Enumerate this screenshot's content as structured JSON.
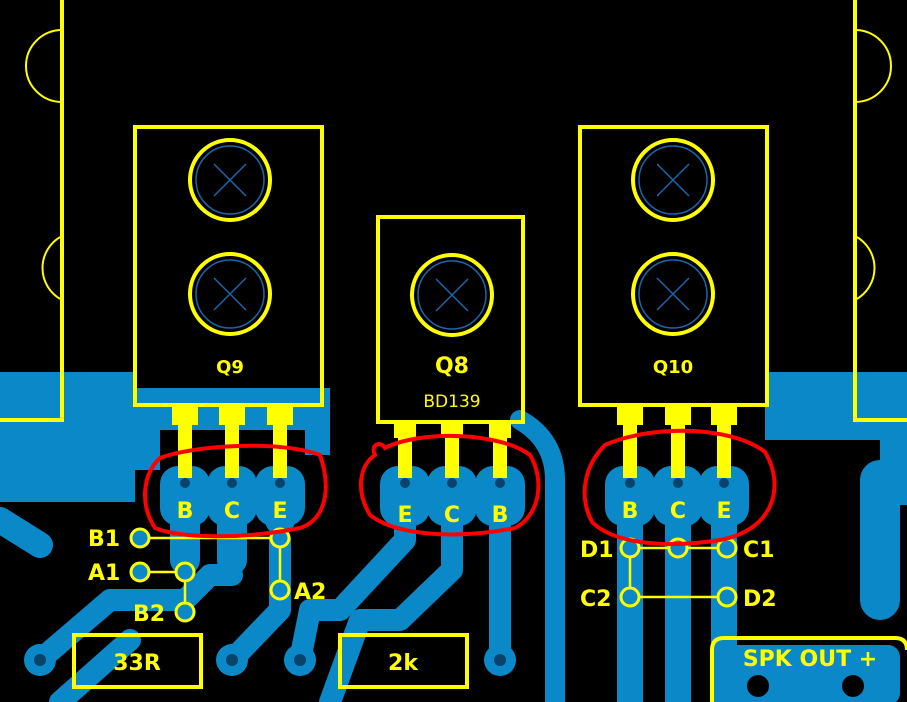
{
  "colors": {
    "background": "#000000",
    "silkscreen": "#ffff00",
    "copper": "#0a88c8",
    "annotation": "#ff0000",
    "pad_hole": "#07436a"
  },
  "transistors": {
    "q9": {
      "ref": "Q9",
      "part": "",
      "pins": [
        "B",
        "C",
        "E"
      ]
    },
    "q8": {
      "ref": "Q8",
      "part": "BD139",
      "pins": [
        "E",
        "C",
        "B"
      ]
    },
    "q10": {
      "ref": "Q10",
      "part": "",
      "pins": [
        "B",
        "C",
        "E"
      ]
    }
  },
  "test_points": {
    "b1": "B1",
    "a1": "A1",
    "b2": "B2",
    "a2": "A2",
    "d1": "D1",
    "c1": "C1",
    "c2": "C2",
    "d2": "D2"
  },
  "resistors": {
    "r1": "33R",
    "r2": "2k"
  },
  "connector": {
    "label": "SPK OUT +"
  }
}
